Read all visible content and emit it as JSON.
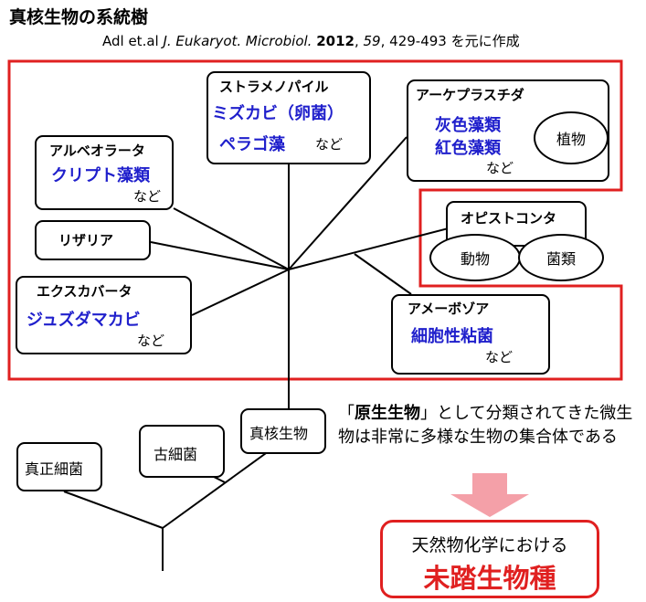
{
  "title": "真核生物の系統樹",
  "citation": {
    "authors": "Adl et.al ",
    "journal": "J. Eukaryot. Microbiol.",
    "year": "2012",
    "volume": "59",
    "pages": ", 429-493 ",
    "suffix": "を元に作成"
  },
  "groups": {
    "stramenopiles": {
      "name": "ストラメノパイル",
      "examples": [
        "ミズカビ（卵菌）",
        "ペラゴ藻"
      ],
      "etc": "など"
    },
    "archaeplastida": {
      "name": "アーケプラスチダ",
      "examples": [
        "灰色藻類",
        "紅色藻類"
      ],
      "etc": "など",
      "inner": "植物"
    },
    "alveolata": {
      "name": "アルベオラータ",
      "examples": [
        "クリプト藻類"
      ],
      "etc": "など"
    },
    "rhizaria": {
      "name": "リザリア"
    },
    "opisthokonta": {
      "name": "オピストコンタ",
      "inner": [
        "動物",
        "菌類"
      ]
    },
    "excavata": {
      "name": "エクスカバータ",
      "examples": [
        "ジュズダマカビ"
      ],
      "etc": "など"
    },
    "amoebozoa": {
      "name": "アメーボゾア",
      "examples": [
        "細胞性粘菌"
      ],
      "etc": "など"
    }
  },
  "domains": {
    "eukaryote": "真核生物",
    "archaea": "古細菌",
    "bacteria": "真正細菌"
  },
  "note": {
    "open": "「",
    "quoted": "原生生物",
    "rest": "」として分類されてきた微生物は非常に多様な生物の集合体である"
  },
  "conclusion": {
    "line1": "天然物化学における",
    "line2": "未踏生物種"
  },
  "colors": {
    "highlight": "#e02020",
    "taxon": "#2020cc",
    "arrow": "#f4a0a8"
  }
}
